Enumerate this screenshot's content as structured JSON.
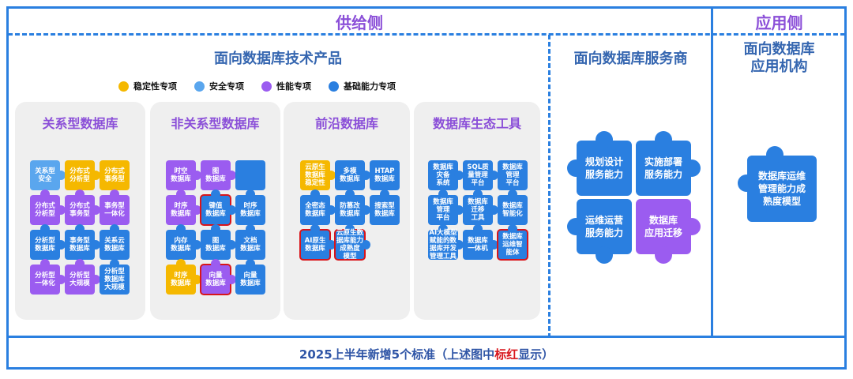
{
  "header": {
    "supply_side": "供给侧",
    "application_side": "应用侧"
  },
  "sections": {
    "products": "面向数据库技术产品",
    "service_providers": "面向数据库服务商",
    "app_orgs_line1": "面向数据库",
    "app_orgs_line2": "应用机构"
  },
  "legend": [
    {
      "label": "稳定性专项",
      "color": "#f5b800"
    },
    {
      "label": "安全专项",
      "color": "#5aa6ee"
    },
    {
      "label": "性能专项",
      "color": "#9b5cf0"
    },
    {
      "label": "基础能力专项",
      "color": "#2a7fe0"
    }
  ],
  "colors": {
    "stability": "#f5b800",
    "security": "#5aa6ee",
    "performance": "#9b5cf0",
    "basic": "#2a7fe0",
    "highlight": "#d8151b"
  },
  "panels": [
    {
      "title": "关系型数据库"
    },
    {
      "title": "非关系型数据库"
    },
    {
      "title": "前沿数据库"
    },
    {
      "title": "数据库生态工具"
    }
  ],
  "pieces": {
    "relational": [
      "关系型\n安全",
      "分布式\n分析型",
      "分布式\n事务型",
      "分布式\n分析型",
      "分布式\n事务型",
      "事务型\n一体化",
      "分析型\n数据库",
      "事务型\n数据库",
      "关系云\n数据库",
      "分析型\n一体化",
      "分析型\n大规模",
      "分析型\n数据库\n大规模"
    ],
    "nonrelational": [
      "时空\n数据库",
      "图\n数据库",
      "",
      "时序\n数据库",
      "键值\n数据库",
      "时序\n数据库",
      "内存\n数据库",
      "图\n数据库",
      "文档\n数据库",
      "时序\n数据库",
      "向量\n数据库",
      "向量\n数据库"
    ],
    "frontier": [
      "云原生\n数据库\n稳定性",
      "多模\n数据库",
      "HTAP\n数据库",
      "全密态\n数据库",
      "防篡改\n数据库",
      "搜索型\n数据库",
      "AI原生\n数据库",
      "云原生数\n据库能力\n成熟度\n模型"
    ],
    "ecosystem": [
      "数据库\n灾备\n系统",
      "SQL质\n量管理\n平台",
      "数据库\n管理\n平台",
      "数据库\n管理\n平台",
      "数据库\n迁移\n工具",
      "数据库\n智能化",
      "AI大模型\n赋能的数\n据库开发\n管理工具",
      "数据库\n一体机",
      "数据库\n运维智\n能体"
    ]
  },
  "services": [
    "规划设计\n服务能力",
    "实施部署\n服务能力",
    "运维运营\n服务能力",
    "数据库\n应用迁移"
  ],
  "application": "数据库运维\n管理能力成\n熟度模型",
  "footer": {
    "prefix": "2025上半年新增5个标准（上述图中",
    "highlight": "标红",
    "suffix": "显示）"
  }
}
